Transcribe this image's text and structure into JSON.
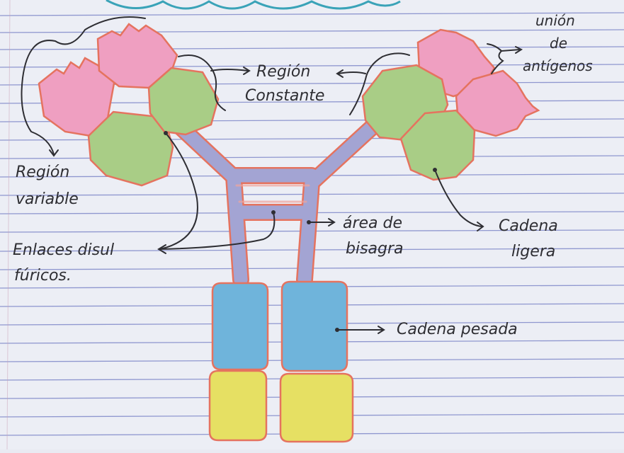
{
  "labels": {
    "antigen_union": [
      "unión",
      "de",
      "antígenos"
    ],
    "constant_region": [
      "Región",
      "Constante"
    ],
    "variable_region": [
      "Región",
      "variable"
    ],
    "disulfide_bonds": [
      "Enlaces disul",
      "fúricos."
    ],
    "hinge_area": [
      "área de",
      "bisagra"
    ],
    "light_chain": [
      "Cadena",
      "ligera"
    ],
    "heavy_chain": [
      "Cadena pesada"
    ]
  },
  "colors": {
    "paper": "#eceef5",
    "rule_line": "#7f88c9",
    "pink": "#ef9fc1",
    "green": "#a9cd86",
    "blue": "#6fb4db",
    "yellow": "#e6e063",
    "outline": "#e5735f",
    "chain_purple": "#9ea0d2",
    "ink": "#2e2e33"
  }
}
